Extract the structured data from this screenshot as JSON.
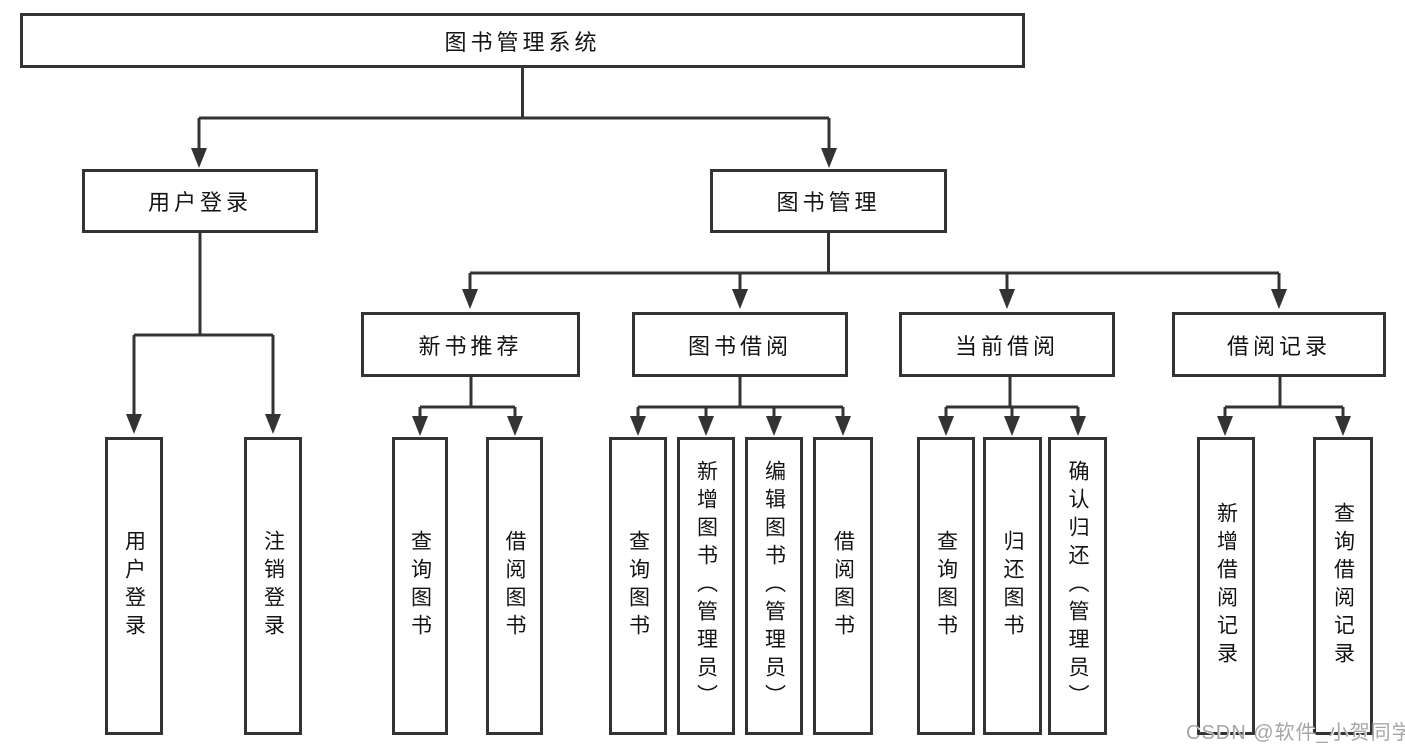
{
  "diagram": {
    "tree": {
      "label": "图书管理系统",
      "children": [
        {
          "label": "用户登录",
          "children": [
            {
              "label": "用户登录"
            },
            {
              "label": "注销登录"
            }
          ]
        },
        {
          "label": "图书管理",
          "children": [
            {
              "label": "新书推荐",
              "children": [
                {
                  "label": "查询图书"
                },
                {
                  "label": "借阅图书"
                }
              ]
            },
            {
              "label": "图书借阅",
              "children": [
                {
                  "label": "查询图书"
                },
                {
                  "label": "新增图书（管理员）"
                },
                {
                  "label": "编辑图书（管理员）"
                },
                {
                  "label": "借阅图书"
                }
              ]
            },
            {
              "label": "当前借阅",
              "children": [
                {
                  "label": "查询图书"
                },
                {
                  "label": "归还图书"
                },
                {
                  "label": "确认归还（管理员）"
                }
              ]
            },
            {
              "label": "借阅记录",
              "children": [
                {
                  "label": "新增借阅记录"
                },
                {
                  "label": "查询借阅记录"
                }
              ]
            }
          ]
        }
      ]
    },
    "watermark": {
      "text": "CSDN @软件_小贺同学"
    },
    "colors": {
      "line": "#333333",
      "box_border": "#333333",
      "text": "#141414",
      "background": "#ffffff",
      "watermark": "#a6a6a6"
    }
  }
}
